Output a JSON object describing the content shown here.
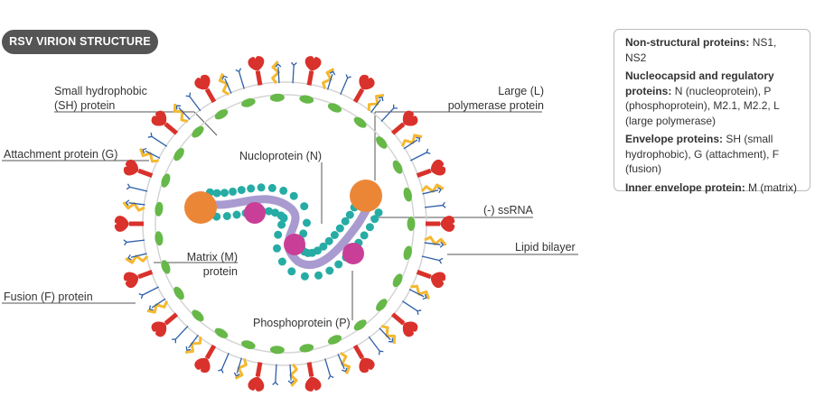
{
  "title": "RSV VIRION STRUCTURE",
  "labels": {
    "sh": [
      "Small hydrophobic",
      "(SH) protein"
    ],
    "attachment": "Attachment protein (G)",
    "matrix": [
      "Matrix (M)",
      "protein"
    ],
    "fusion": "Fusion (F) protein",
    "nucleoprotein": "Nucloprotein (N)",
    "phosphoprotein": "Phosphoprotein (P)",
    "large": [
      "Large (L)",
      "polymerase protein"
    ],
    "ssrna": "(-) ssRNA",
    "lipid": "Lipid bilayer"
  },
  "info": [
    {
      "head": "Non-structural proteins:",
      "text": "NS1, NS2"
    },
    {
      "head": "Nucleocapsid and regulatory proteins:",
      "text": "N (nucleoprotein), P (phosphoprotein), M2.1, M2.2, L (large polymerase)"
    },
    {
      "head": "Envelope proteins:",
      "text": "SH (small hydrophobic), G (attachment), F (fusion)"
    },
    {
      "head": "Inner envelope protein:",
      "text": "M (matrix)"
    }
  ],
  "colors": {
    "fusion": "#d9312b",
    "matrix": "#66b848",
    "attachment": "#f5b82e",
    "sh": "#2e5fa8",
    "nucleoprotein": "#26aca4",
    "phosphoprotein": "#c93f97",
    "large": "#ec8637",
    "rna": "#a99bd0",
    "membrane": "#d4d4d4"
  }
}
